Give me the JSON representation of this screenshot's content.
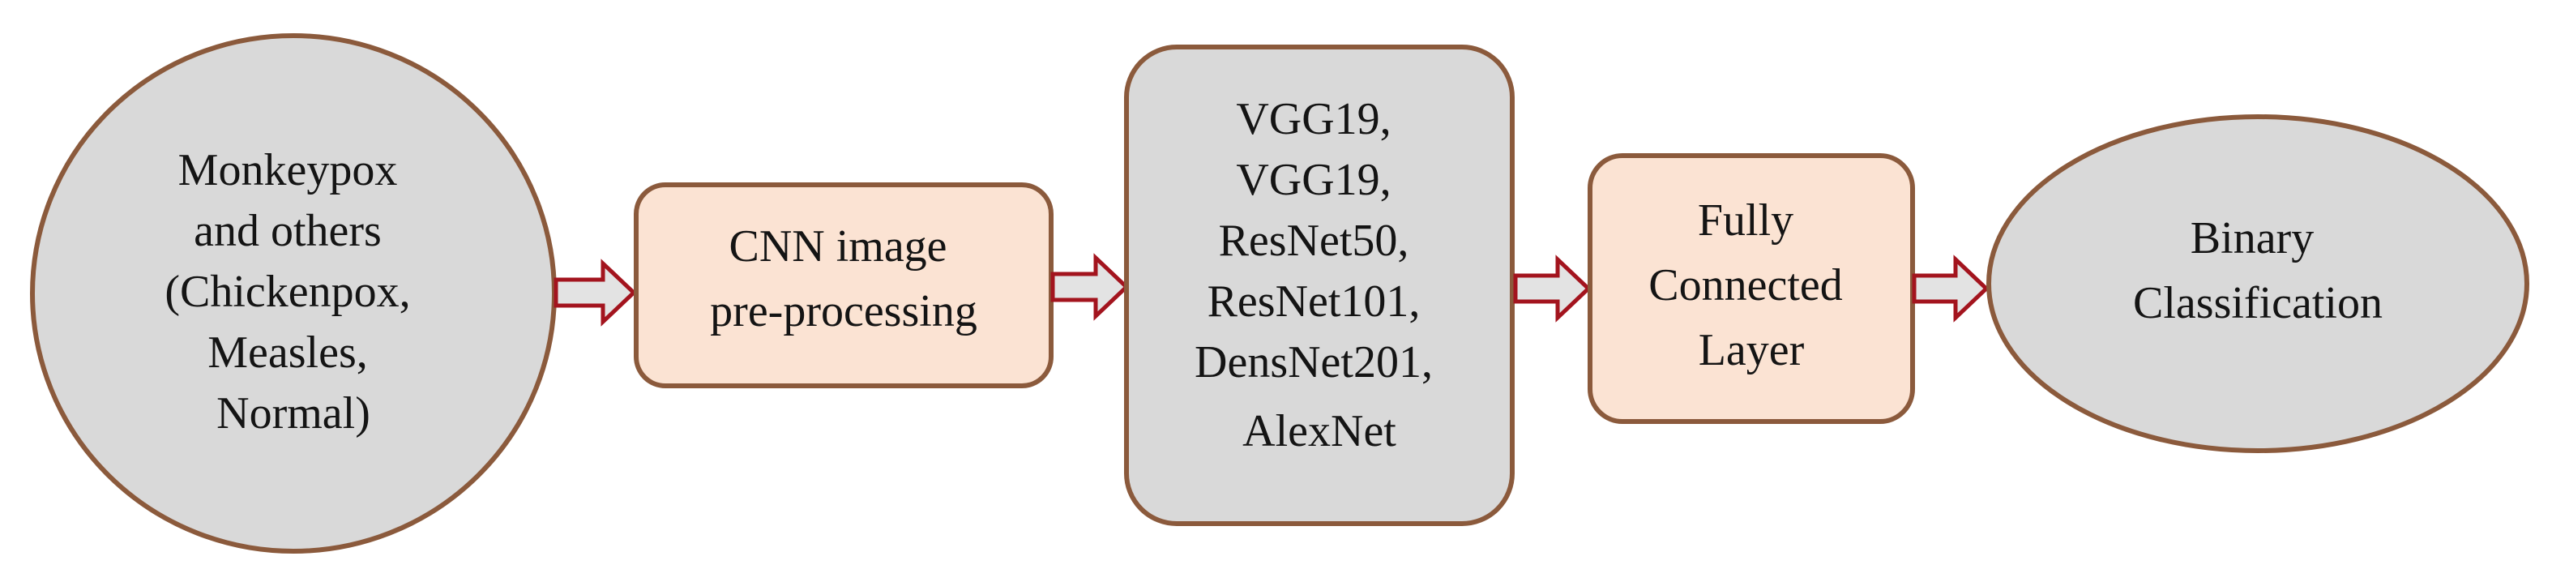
{
  "diagram": {
    "input_node": {
      "lines": [
        "Monkeypox",
        "and others",
        "(Chickenpox,",
        "Measles,",
        "Normal)"
      ]
    },
    "preprocessing_node": {
      "lines": [
        "CNN image",
        "pre-processing"
      ]
    },
    "models_node": {
      "lines": [
        "VGG19,",
        "VGG19,",
        "ResNet50,",
        "ResNet101,",
        "DensNet201,",
        "AlexNet"
      ]
    },
    "fc_node": {
      "lines": [
        "Fully",
        "Connected",
        "Layer"
      ]
    },
    "output_node": {
      "lines": [
        "Binary",
        "Classification"
      ]
    }
  },
  "colors": {
    "border": "#8B5A3C",
    "gray_fill": "#D9D9D9",
    "peach_fill": "#FBE3D3",
    "arrow_fill": "#E3E3E3",
    "arrow_stroke": "#A3141E",
    "text": "#141414"
  }
}
